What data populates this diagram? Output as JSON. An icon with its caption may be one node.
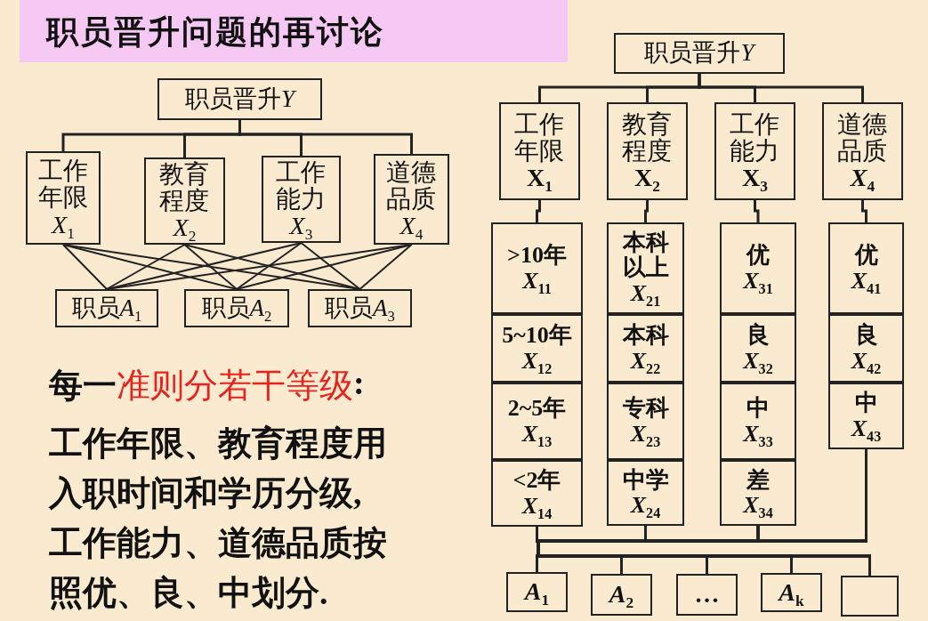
{
  "diagram": {
    "title": "职员晋升问题的再讨论",
    "nodes": [
      {
        "text": [
          "职员晋升",
          "*Y*"
        ]
      },
      {
        "text": [
          "工作年限",
          "*X*$_{1}$"
        ]
      },
      {
        "text": [
          "教育程度",
          "*X*$_{2}$"
        ]
      },
      {
        "text": [
          "工作能力",
          "*X*$_{3}$"
        ]
      },
      {
        "text": [
          "道德品质",
          "*X*$_{4}$"
        ]
      },
      {
        "text": [
          "职员",
          "*A*$_{1}$"
        ]
      },
      {
        "text": [
          "职员",
          "*A*$_{2}$"
        ]
      },
      {
        "text": [
          "职员",
          "*A*$_{3}$"
        ]
      },
      {
        "text": [
          "职员晋升",
          "*Y*"
        ]
      },
      {
        "text": [
          "工作年限",
          "X$_{1}$"
        ]
      },
      {
        "text": [
          "教育程度",
          "X$_{2}$"
        ]
      },
      {
        "text": [
          "工作能力",
          "X$_{3}$"
        ]
      },
      {
        "text": [
          "道德品质",
          "*X*$_{4}$"
        ]
      },
      {
        "text": [],
        "shape": "box"
      },
      {
        "text": [
          ">10年",
          "*X*$_{11}$"
        ],
        "in": 13
      },
      {
        "text": [
          "5~10年",
          "*X*$_{12}$"
        ],
        "in": 13
      },
      {
        "text": [
          "2~5年",
          "*X*$_{13}$"
        ],
        "in": 13
      },
      {
        "text": [
          "<2年",
          "*X*$_{14}$"
        ],
        "in": 13
      },
      {
        "text": [],
        "shape": "box"
      },
      {
        "text": [
          "本科以上",
          "*X*$_{21}$"
        ],
        "in": 18
      },
      {
        "text": [
          "本科",
          "*X*$_{22}$"
        ],
        "in": 18
      },
      {
        "text": [
          "专科",
          "*X*$_{23}$"
        ],
        "in": 18
      },
      {
        "text": [
          "中学",
          "*X*$_{24}$"
        ],
        "in": 18
      },
      {
        "text": [],
        "shape": "box"
      },
      {
        "text": [
          "优",
          "*X*$_{31}$"
        ],
        "in": 23
      },
      {
        "text": [
          "良",
          "*X*$_{32}$"
        ],
        "in": 23
      },
      {
        "text": [
          "中",
          "*X*$_{33}$"
        ],
        "in": 23
      },
      {
        "text": [
          "差",
          "*X*$_{34}$"
        ],
        "in": 23
      },
      {
        "text": [],
        "shape": "box"
      },
      {
        "text": [
          "优",
          "*X*$_{41}$"
        ],
        "in": 28
      },
      {
        "text": [
          "良",
          "*X*$_{42}$"
        ],
        "in": 28
      },
      {
        "text": [
          "中",
          "*X*$_{43}$"
        ],
        "in": 28
      },
      {
        "text": [
          "*A*$_{1}$"
        ]
      },
      {
        "text": [
          "*A*$_{2}$"
        ]
      },
      {
        "text": [
          "…"
        ]
      },
      {
        "text": [
          "*A*$_{k}$"
        ]
      },
      {
        "text": [],
        "shape": "box"
      }
    ],
    "edges": [
      {
        "from": 0,
        "to": 1,
        "arrow": "none"
      },
      {
        "from": 0,
        "to": 2,
        "arrow": "none"
      },
      {
        "from": 0,
        "to": 3,
        "arrow": "none"
      },
      {
        "from": 0,
        "to": 4,
        "arrow": "none"
      },
      {
        "from": 1,
        "to": 5,
        "arrow": "none"
      },
      {
        "from": 1,
        "to": 6,
        "arrow": "none"
      },
      {
        "from": 1,
        "to": 7,
        "arrow": "none"
      },
      {
        "from": 2,
        "to": 5,
        "arrow": "none"
      },
      {
        "from": 2,
        "to": 6,
        "arrow": "none"
      },
      {
        "from": 2,
        "to": 7,
        "arrow": "none"
      },
      {
        "from": 3,
        "to": 5,
        "arrow": "none"
      },
      {
        "from": 3,
        "to": 6,
        "arrow": "none"
      },
      {
        "from": 3,
        "to": 7,
        "arrow": "none"
      },
      {
        "from": 4,
        "to": 5,
        "arrow": "none"
      },
      {
        "from": 4,
        "to": 6,
        "arrow": "none"
      },
      {
        "from": 4,
        "to": 7,
        "arrow": "none"
      },
      {
        "from": 8,
        "to": 9,
        "arrow": "none"
      },
      {
        "from": 8,
        "to": 10,
        "arrow": "none"
      },
      {
        "from": 8,
        "to": 11,
        "arrow": "none"
      },
      {
        "from": 8,
        "to": 12,
        "arrow": "none"
      },
      {
        "from": 9,
        "to": 13,
        "arrow": "none"
      },
      {
        "from": 10,
        "to": 18,
        "arrow": "none"
      },
      {
        "from": 11,
        "to": 23,
        "arrow": "none"
      },
      {
        "from": 12,
        "to": 28,
        "arrow": "none"
      },
      {
        "from": 13,
        "to": 32,
        "arrow": "none"
      },
      {
        "from": 13,
        "to": 33,
        "arrow": "none"
      },
      {
        "from": 13,
        "to": 34,
        "arrow": "none"
      },
      {
        "from": 13,
        "to": 35,
        "arrow": "none"
      },
      {
        "from": 13,
        "to": 36,
        "arrow": "none"
      },
      {
        "from": 18,
        "to": 32,
        "arrow": "none"
      },
      {
        "from": 18,
        "to": 33,
        "arrow": "none"
      },
      {
        "from": 18,
        "to": 34,
        "arrow": "none"
      },
      {
        "from": 18,
        "to": 35,
        "arrow": "none"
      },
      {
        "from": 18,
        "to": 36,
        "arrow": "none"
      },
      {
        "from": 23,
        "to": 32,
        "arrow": "none"
      },
      {
        "from": 23,
        "to": 33,
        "arrow": "none"
      },
      {
        "from": 23,
        "to": 34,
        "arrow": "none"
      },
      {
        "from": 23,
        "to": 35,
        "arrow": "none"
      },
      {
        "from": 23,
        "to": 36,
        "arrow": "none"
      },
      {
        "from": 28,
        "to": 32,
        "arrow": "none"
      },
      {
        "from": 28,
        "to": 33,
        "arrow": "none"
      },
      {
        "from": 28,
        "to": 34,
        "arrow": "none"
      },
      {
        "from": 28,
        "to": 35,
        "arrow": "none"
      },
      {
        "from": 28,
        "to": 36,
        "arrow": "none"
      }
    ],
    "labels": [
      "每一",
      "准则分若干等级",
      ":",
      "工作年限、教育程度用入职时间和学历分级,工作能力、道德品质按照优、良、中划分."
    ]
  }
}
